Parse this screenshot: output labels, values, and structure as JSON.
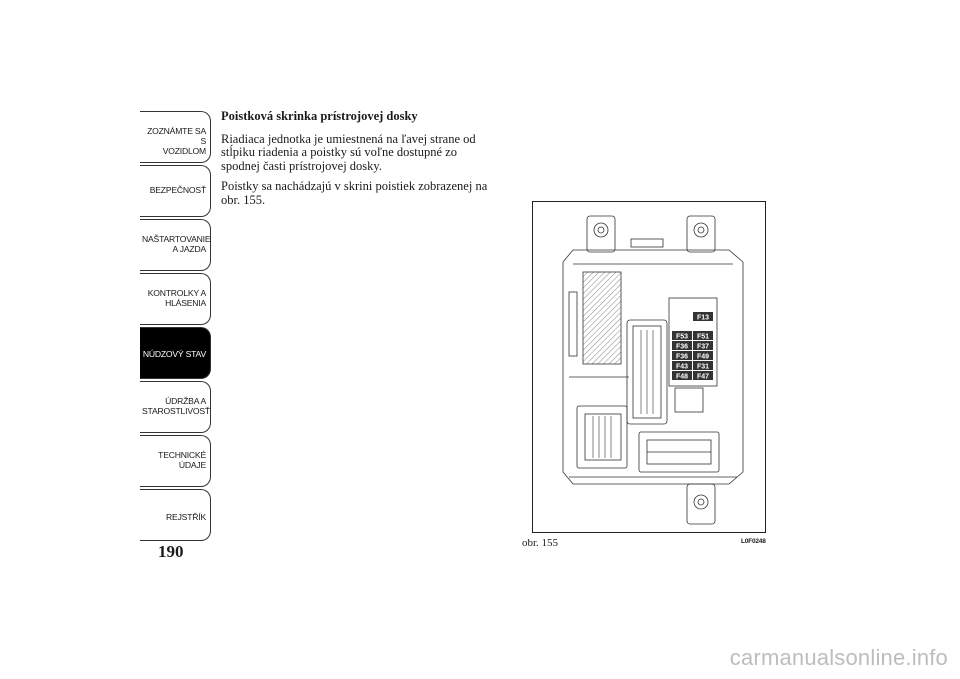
{
  "sidebar": {
    "tabs": [
      {
        "line1": "ZOZNÁMTE SA S",
        "line2": "VOZIDLOM"
      },
      {
        "line1": "BEZPEČNOSŤ",
        "line2": ""
      },
      {
        "line1": "NAŠTARTOVANIE",
        "line2": "A JAZDA"
      },
      {
        "line1": "KONTROLKY A",
        "line2": "HLÁSENIA"
      },
      {
        "line1": "NÚDZOVÝ STAV",
        "line2": ""
      },
      {
        "line1": "ÚDRŽBA A",
        "line2": "STAROSTLIVOSŤ"
      },
      {
        "line1": "TECHNICKÉ",
        "line2": "ÚDAJE"
      },
      {
        "line1": "REJSTŘÍK",
        "line2": ""
      }
    ],
    "active_tab": 4
  },
  "page_number": "190",
  "content": {
    "heading": "Poistková skrinka prístrojovej dosky",
    "para1": "Riadiaca jednotka je umiestnená na ľavej strane od stĺpiku riadenia a poistky sú voľne dostupné zo spodnej časti prístrojovej dosky.",
    "para2": "Poistky sa nachádzajú v skrini poistiek zobrazenej na obr. 155."
  },
  "figure": {
    "fuse_labels": [
      [
        "F13"
      ],
      [
        "F53",
        "F51"
      ],
      [
        "F36",
        "F37"
      ],
      [
        "F36",
        "F49"
      ],
      [
        "F43",
        "F31"
      ],
      [
        "F48",
        "F47"
      ]
    ],
    "caption": "obr. 155",
    "code": "L0F0248"
  },
  "watermark": "carmanualsonline.info"
}
